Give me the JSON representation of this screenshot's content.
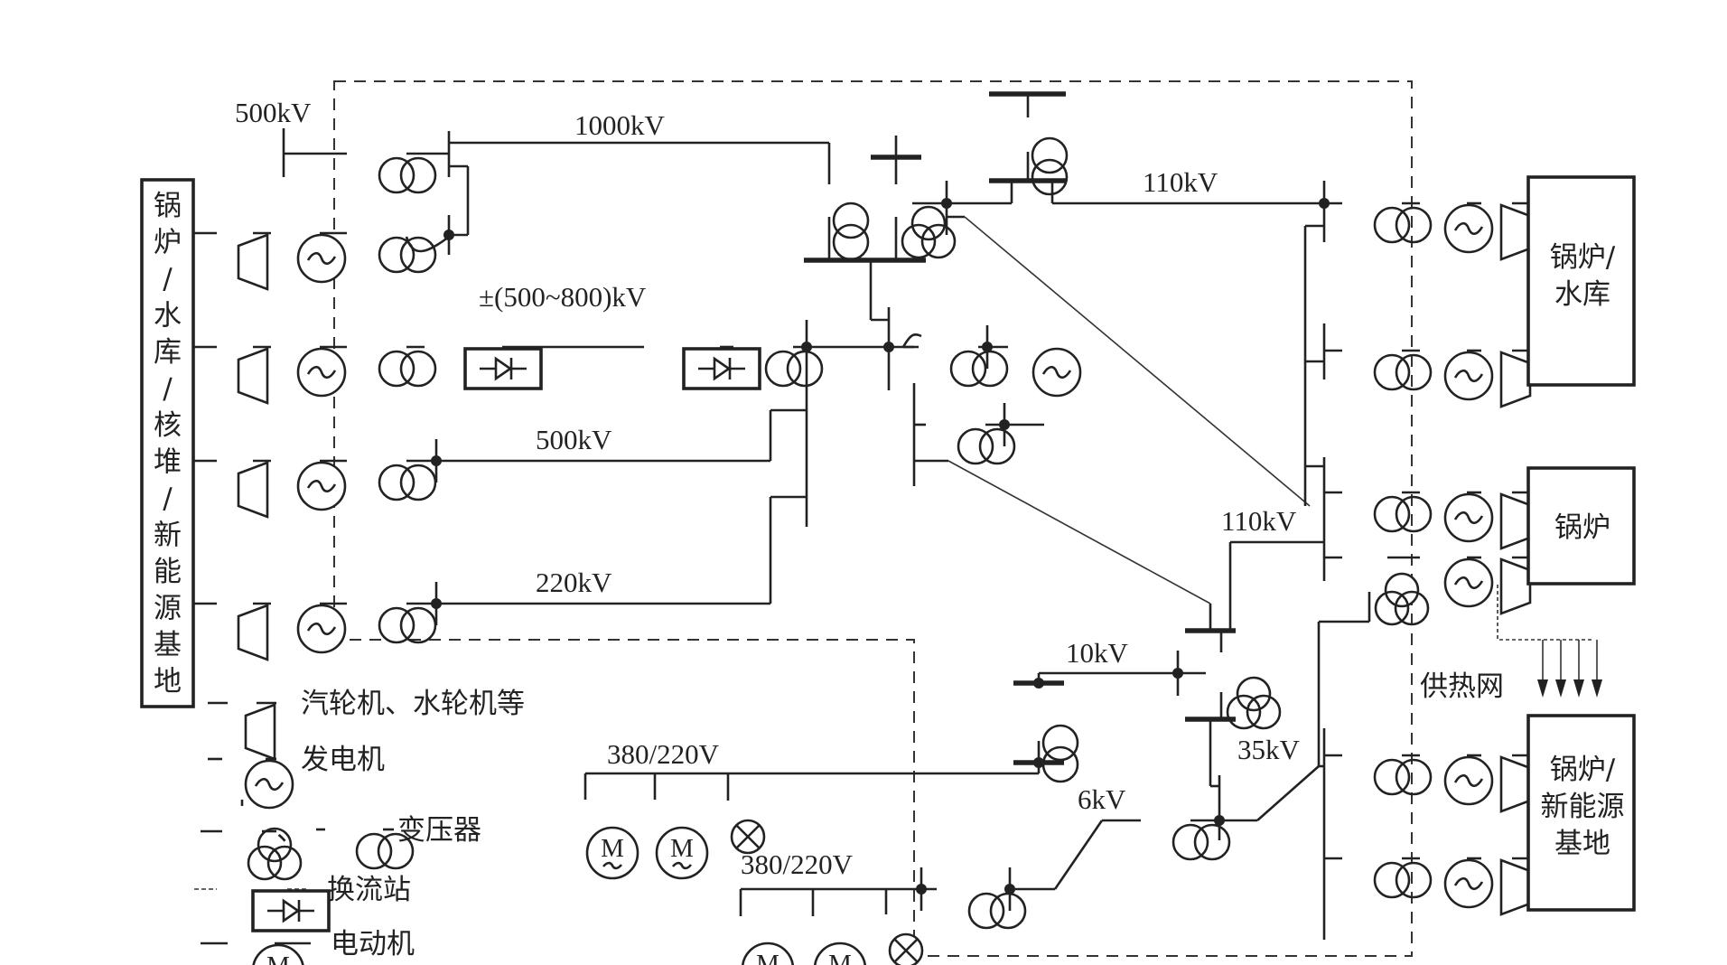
{
  "voltage_labels": {
    "v500_top": "500kV",
    "v1000": "1000kV",
    "hvdc": "±(500~800)kV",
    "v500_mid": "500kV",
    "v220": "220kV",
    "v110_top": "110kV",
    "v110_mid": "110kV",
    "v10": "10kV",
    "v35": "35kV",
    "v6": "6kV",
    "lv_1": "380/220V",
    "lv_2": "380/220V"
  },
  "left_source_box": {
    "chars": [
      "锅",
      "炉",
      "/",
      "水",
      "库",
      "/",
      "核",
      "堆",
      "/",
      "新",
      "能",
      "源",
      "基",
      "地"
    ]
  },
  "right_boxes": {
    "top": {
      "line1": "锅炉/",
      "line2": "水库"
    },
    "middle": {
      "line1": "锅炉"
    },
    "bottom": {
      "line1": "锅炉/",
      "line2": "新能源",
      "line3": "基地"
    }
  },
  "heating_network_label": "供热网",
  "legend": {
    "turbine": "汽轮机、水轮机等",
    "generator": "发电机",
    "transformer": "变压器",
    "transformer_sep": "、",
    "converter": "换流站",
    "motor": "电动机"
  },
  "symbols": {
    "motor_letter": "M",
    "ac_wave": "~"
  }
}
